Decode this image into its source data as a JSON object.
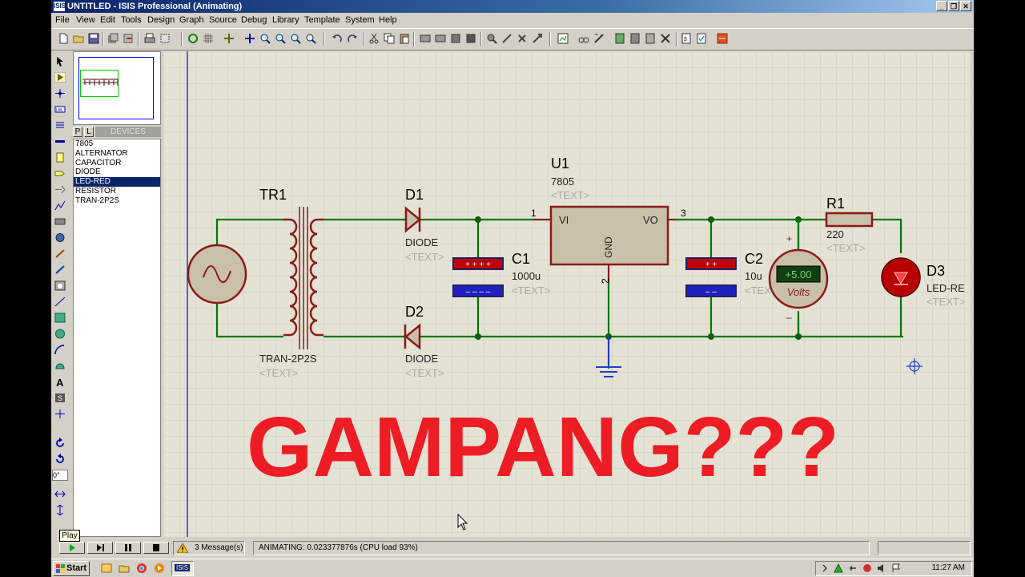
{
  "window": {
    "title": "UNTITLED - ISIS Professional (Animating)",
    "app_icon_text": "ISIS",
    "minimize": "_",
    "restore": "❐",
    "close": "✕"
  },
  "menu": [
    "File",
    "View",
    "Edit",
    "Tools",
    "Design",
    "Graph",
    "Source",
    "Debug",
    "Library",
    "Template",
    "System",
    "Help"
  ],
  "device_panel": {
    "p_tab": "P",
    "l_tab": "L",
    "header": "DEVICES",
    "items": [
      "7805",
      "ALTERNATOR",
      "CAPACITOR",
      "DIODE",
      "LED-RED",
      "RESISTOR",
      "TRAN-2P2S"
    ],
    "selected": "LED-RED"
  },
  "rotation_value": "0°",
  "schematic": {
    "tr1": {
      "ref": "TR1",
      "value": "TRAN-2P2S",
      "text": "<TEXT>"
    },
    "d1": {
      "ref": "D1",
      "value": "DIODE",
      "text": "<TEXT>"
    },
    "d2": {
      "ref": "D2",
      "value": "DIODE",
      "text": "<TEXT>"
    },
    "c1": {
      "ref": "C1",
      "value": "1000u",
      "text": "<TEXT>",
      "plus": "+ + + +",
      "minus": "– – – –"
    },
    "u1": {
      "ref": "U1",
      "value": "7805",
      "text": "<TEXT>",
      "vi": "VI",
      "vo": "VO",
      "gnd": "GND",
      "pin1": "1",
      "pin2": "2",
      "pin3": "3"
    },
    "c2": {
      "ref": "C2",
      "value": "10u",
      "text": "<TEX",
      "plus": "+ +",
      "minus": "– –"
    },
    "voltmeter": {
      "reading": "+5.00",
      "unit": "Volts",
      "plus": "+",
      "minus": "–"
    },
    "r1": {
      "ref": "R1",
      "value": "220",
      "text": "<TEXT>"
    },
    "d3": {
      "ref": "D3",
      "value": "LED-RE",
      "text": "<TEXT>"
    }
  },
  "overlay_text": "GAMPANG???",
  "status": {
    "play_tooltip": "Play",
    "messages": "3 Message(s)",
    "animating": "ANIMATING: 0.023377876s (CPU load 93%)"
  },
  "taskbar": {
    "start": "Start",
    "task": "ISIS",
    "clock": "11:27 AM"
  },
  "colors": {
    "wire": "#007800",
    "component": "#8b1a1a",
    "body_fill": "#c8c0a8",
    "canvas_bg": "#e4e2d4",
    "overlay": "#ee1c24",
    "titlebar": "#0a246a"
  }
}
